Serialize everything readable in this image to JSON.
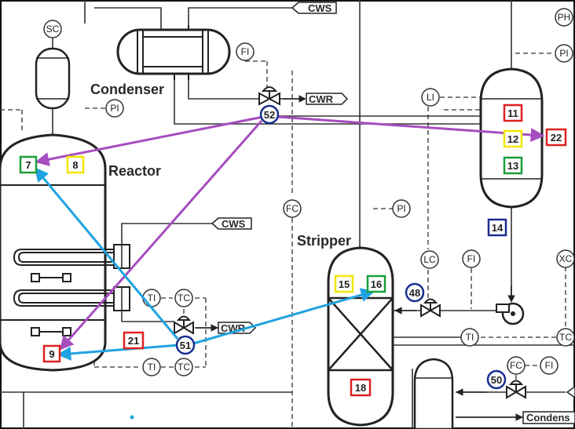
{
  "equipment": {
    "reactor": "Reactor",
    "condenser": "Condenser",
    "stripper": "Stripper"
  },
  "streams": {
    "cws_top": "CWS",
    "cwr_top": "CWR",
    "cws_reactor": "CWS",
    "cwr_reactor": "CWR",
    "condenser_out": "Condens"
  },
  "instruments": {
    "sc": "SC",
    "pi_reactor": "PI",
    "fi_condenser": "FI",
    "li": "LI",
    "fc_mid": "FC",
    "pi_stripper": "PI",
    "lc": "LC",
    "fi_stripper": "FI",
    "ti_reactor": "TI",
    "tc_reactor": "TC",
    "ti_bottom": "TI",
    "tc_bottom": "TC",
    "ti_right": "TI",
    "tc_right": "TC",
    "fc_right": "FC",
    "fi_right": "FI",
    "ph": "PH",
    "pi_top_right": "PI",
    "xc": "XC"
  },
  "markers": {
    "m7": "7",
    "m8": "8",
    "m9": "9",
    "m21": "21",
    "m11": "11",
    "m12": "12",
    "m13": "13",
    "m14": "14",
    "m22": "22",
    "m15": "15",
    "m16": "16",
    "m18": "18",
    "v48": "48",
    "v50": "50",
    "v51": "51",
    "v52": "52"
  },
  "colors": {
    "purple_links": "#a64dbf",
    "blue_links": "#1fa3e0",
    "red_box": "#e02020",
    "yellow_box": "#f2e600",
    "green_box": "#1a9e3a",
    "navy_box": "#1a2d8f",
    "line": "#333333"
  }
}
